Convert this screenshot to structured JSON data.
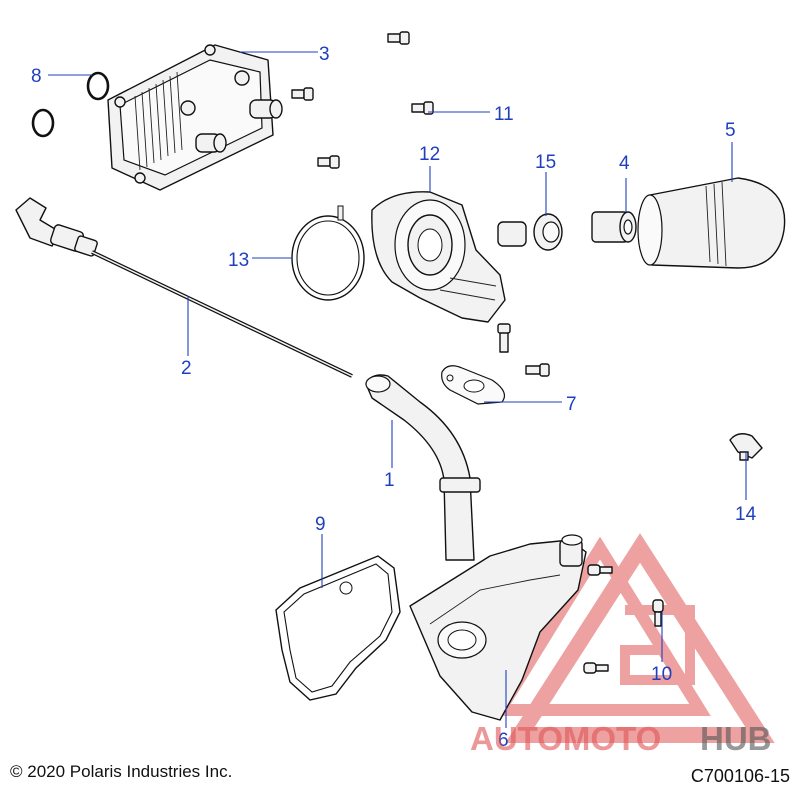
{
  "callouts": [
    {
      "id": "1",
      "label": "1"
    },
    {
      "id": "2",
      "label": "2"
    },
    {
      "id": "3",
      "label": "3"
    },
    {
      "id": "4",
      "label": "4"
    },
    {
      "id": "5",
      "label": "5"
    },
    {
      "id": "6",
      "label": "6"
    },
    {
      "id": "7",
      "label": "7"
    },
    {
      "id": "8",
      "label": "8"
    },
    {
      "id": "9",
      "label": "9"
    },
    {
      "id": "10",
      "label": "10"
    },
    {
      "id": "11",
      "label": "11"
    },
    {
      "id": "12",
      "label": "12"
    },
    {
      "id": "13",
      "label": "13"
    },
    {
      "id": "14",
      "label": "14"
    },
    {
      "id": "15",
      "label": "15"
    }
  ],
  "footer": {
    "copyright": "© 2020 Polaris Industries Inc.",
    "figure_id": "C700106-15"
  },
  "watermark": {
    "brand_part1": "AUTOMOTO",
    "brand_part2": "HUB",
    "color_primary": "#e05555",
    "color_secondary": "#555555"
  }
}
